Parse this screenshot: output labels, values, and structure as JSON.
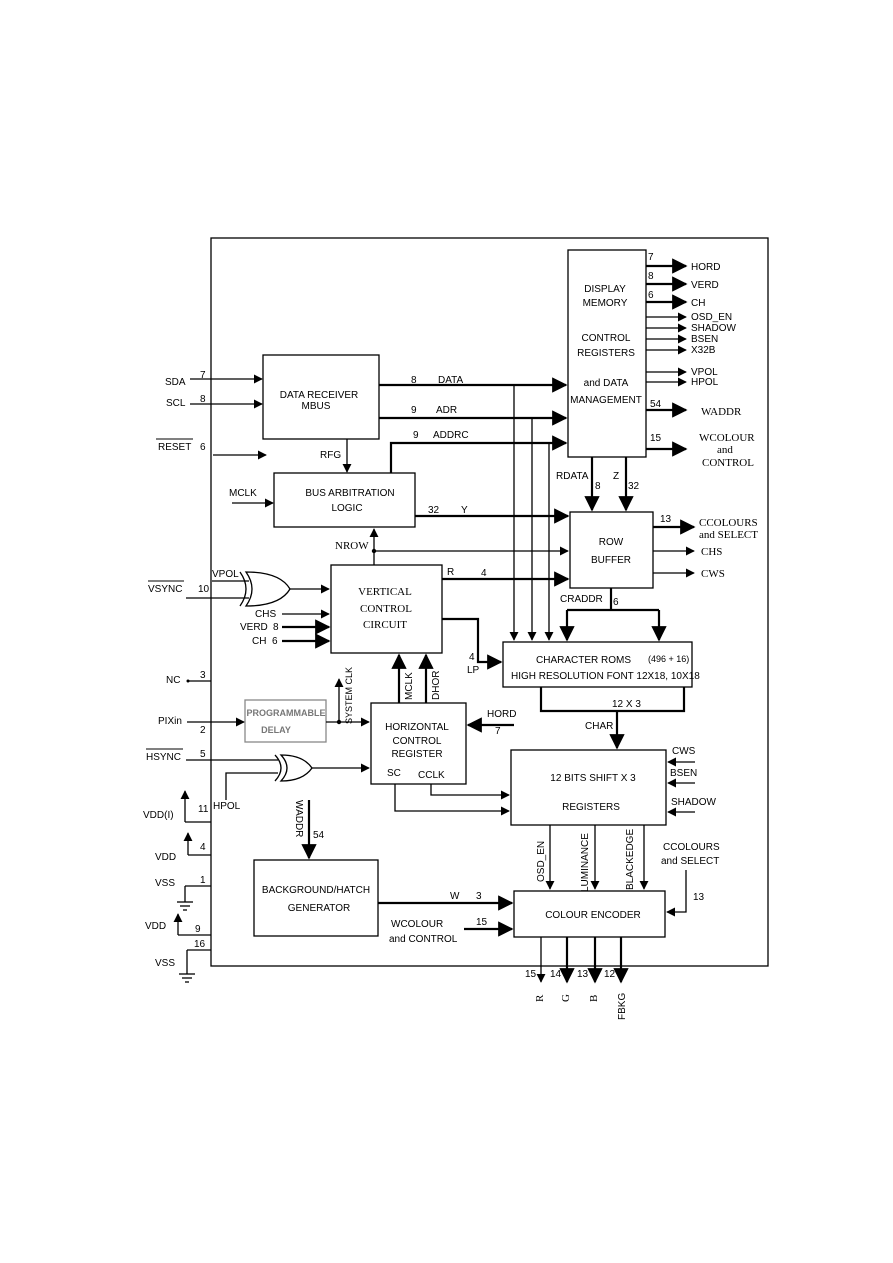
{
  "blocks": {
    "display_memory": [
      "DISPLAY",
      "MEMORY",
      "CONTROL",
      "REGISTERS",
      "and DATA",
      "MANAGEMENT"
    ],
    "data_receiver": [
      "DATA RECEIVER",
      "MBUS"
    ],
    "bus_arbitration": [
      "BUS ARBITRATION",
      "LOGIC"
    ],
    "row_buffer": [
      "ROW",
      "BUFFER"
    ],
    "vertical_control": [
      "VERTICAL",
      "CONTROL",
      "CIRCUIT"
    ],
    "character_roms": [
      "CHARACTER    ROMS",
      "(496 + 16)",
      "HIGH RESOLUTION FONT 12X18, 10X18"
    ],
    "programmable_delay": [
      "PROGRAMMABLE",
      "DELAY"
    ],
    "horizontal_control": [
      "HORIZONTAL",
      "CONTROL",
      "REGISTER"
    ],
    "shift_registers": [
      "12 BITS SHIFT X 3",
      "REGISTERS"
    ],
    "background_hatch": [
      "BACKGROUND/HATCH",
      "GENERATOR"
    ],
    "colour_encoder": "COLOUR ENCODER"
  },
  "pins": {
    "sda": {
      "name": "SDA",
      "num": "7"
    },
    "scl": {
      "name": "SCL",
      "num": "8"
    },
    "reset": {
      "name": "RESET",
      "num": "6"
    },
    "mclk": "MCLK",
    "vsync": {
      "name": "VSYNC",
      "num": "10"
    },
    "nc": {
      "name": "NC",
      "num": "3"
    },
    "pixin": {
      "name": "PIXin",
      "num": "2"
    },
    "hsync": {
      "name": "HSYNC",
      "num": "5"
    },
    "vdd_i": {
      "name": "VDD(I)",
      "num": "11"
    },
    "vdd1": {
      "name": "VDD",
      "num": "4"
    },
    "vss1": {
      "name": "VSS",
      "num": "1"
    },
    "vdd2": {
      "name": "VDD",
      "num": "9"
    },
    "vss2": {
      "name": "VSS",
      "num": "16"
    }
  },
  "outputs_right": [
    {
      "name": "HORD",
      "num": "7"
    },
    {
      "name": "VERD",
      "num": "8"
    },
    {
      "name": "CH",
      "num": "6"
    },
    {
      "name": "OSD_EN",
      "num": ""
    },
    {
      "name": "SHADOW",
      "num": ""
    },
    {
      "name": "BSEN",
      "num": ""
    },
    {
      "name": "X32B",
      "num": ""
    },
    {
      "name": "VPOL",
      "num": ""
    },
    {
      "name": "HPOL",
      "num": ""
    },
    {
      "name": "WADDR",
      "num": "54"
    },
    {
      "name": "WCOLOUR",
      "num": "15"
    },
    {
      "name": "and",
      "num": ""
    },
    {
      "name": "CONTROL",
      "num": ""
    }
  ],
  "row_buffer_outputs": {
    "ccolours": {
      "name": "CCOLOURS",
      "num": "13"
    },
    "and_select": "and SELECT",
    "chs": "CHS",
    "cws": "CWS"
  },
  "signals": {
    "data": {
      "name": "DATA",
      "num": "8"
    },
    "adr": {
      "name": "ADR",
      "num": "9"
    },
    "addrc": {
      "name": "ADDRC",
      "num": "9"
    },
    "rfg": "RFG",
    "y": {
      "name": "Y",
      "num": "32"
    },
    "nrow": "NROW",
    "r": {
      "name": "R",
      "num": "4"
    },
    "rdata": {
      "name": "RDATA",
      "num": "8"
    },
    "z": {
      "name": "Z",
      "num": "32"
    },
    "craddr": {
      "name": "CRADDR",
      "num": "6"
    },
    "vpol": "VPOL",
    "chs_in": "CHS",
    "verd_in": {
      "name": "VERD",
      "num": "8"
    },
    "ch_in": {
      "name": "CH",
      "num": "6"
    },
    "lp": {
      "name": "LP",
      "num": "4"
    },
    "system_clk": "SYSTEM CLK",
    "mclk_v": "MCLK",
    "dhor": "DHOR",
    "hord_in": {
      "name": "HORD",
      "num": "7"
    },
    "sc": "SC",
    "cclk": "CCLK",
    "hpol": "HPOL",
    "char": {
      "name": "CHAR",
      "num": "12 X 3"
    },
    "cws_in": "CWS",
    "bsen_in": "BSEN",
    "shadow_in": "SHADOW",
    "waddr": {
      "name": "WADDR",
      "num": "54"
    },
    "osd_en": "OSD_EN",
    "luminance": "LUMINANCE",
    "blackedge": "BLACKEDGE",
    "ccolours_in": {
      "name": "CCOLOURS",
      "num": "13"
    },
    "and_select_in": "and SELECT",
    "w": {
      "name": "W",
      "num": "3"
    },
    "wcolour_in": {
      "name": "WCOLOUR",
      "num": "15"
    },
    "and_control_in": "and CONTROL"
  },
  "outputs_bottom": [
    {
      "name": "R",
      "num": "15"
    },
    {
      "name": "G",
      "num": "14"
    },
    {
      "name": "B",
      "num": "13"
    },
    {
      "name": "FBKG",
      "num": "12"
    }
  ]
}
